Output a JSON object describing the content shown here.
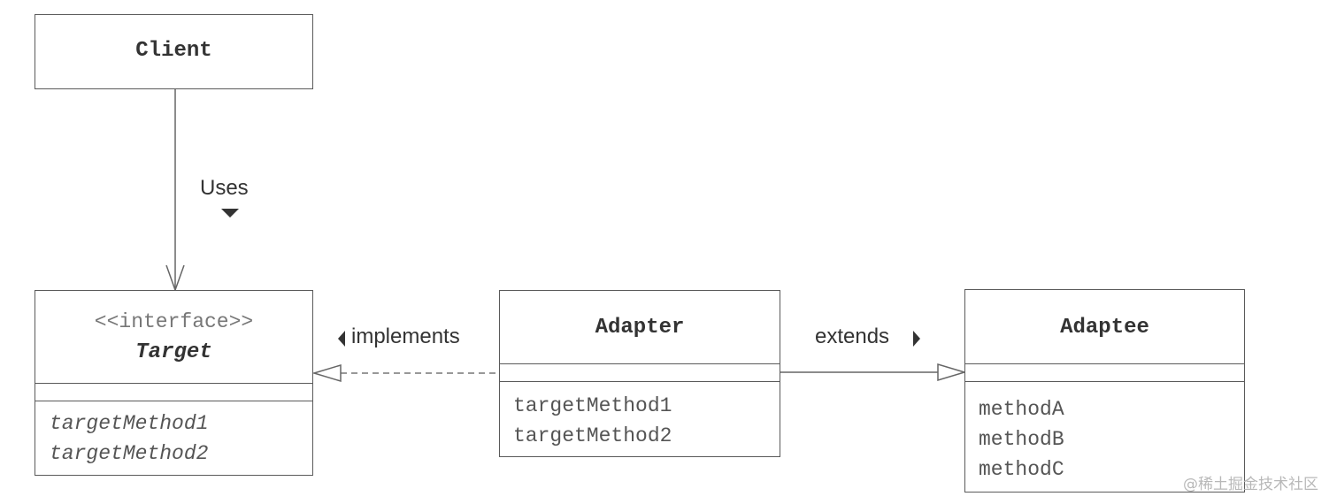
{
  "classes": {
    "client": {
      "name": "Client"
    },
    "target": {
      "stereotype": "<<interface>>",
      "name": "Target",
      "methods": [
        "targetMethod1",
        "targetMethod2"
      ]
    },
    "adapter": {
      "name": "Adapter",
      "methods": [
        "targetMethod1",
        "targetMethod2"
      ]
    },
    "adaptee": {
      "name": "Adaptee",
      "methods": [
        "methodA",
        "methodB",
        "methodC"
      ]
    }
  },
  "relations": {
    "uses": "Uses",
    "implements": "implements",
    "extends": "extends"
  },
  "watermark": "@稀土掘金技术社区"
}
